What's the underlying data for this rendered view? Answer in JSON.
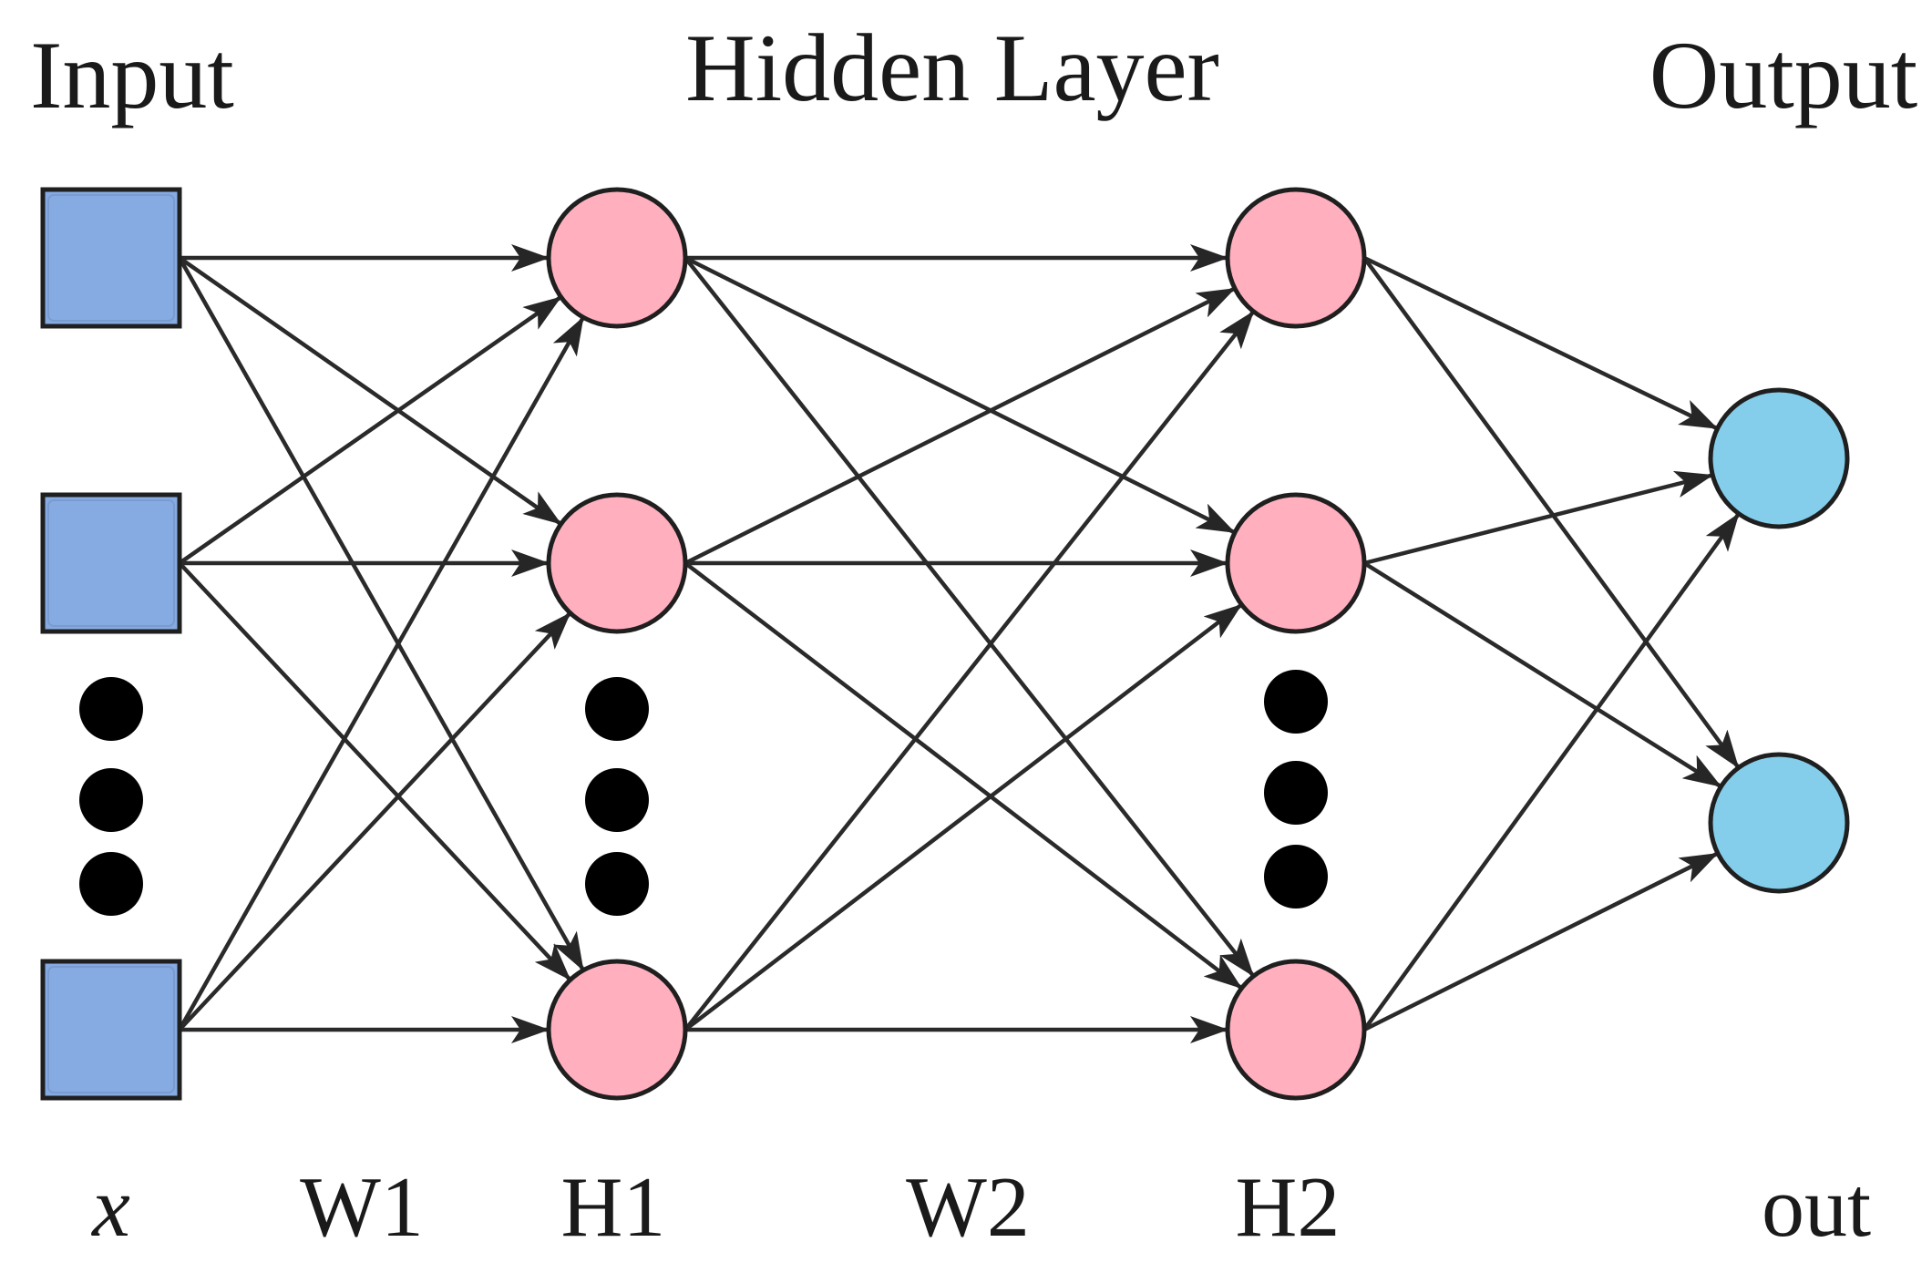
{
  "titles": {
    "input": "Input",
    "hidden": "Hidden Layer",
    "output": "Output"
  },
  "bottom_labels": {
    "x": "x",
    "w1": "W1",
    "h1": "H1",
    "w2": "W2",
    "h2": "H2",
    "out": "out"
  },
  "colors": {
    "input_node": "#86ABE3",
    "hidden_node": "#FFAFBD",
    "output_node": "#84CEEB",
    "stroke": "#1f1f1f",
    "ellipsis": "#000000"
  },
  "layers": [
    {
      "id": "input",
      "shape": "square",
      "node_count": 3
    },
    {
      "id": "h1",
      "shape": "circle",
      "node_count": 3
    },
    {
      "id": "h2",
      "shape": "circle",
      "node_count": 3
    },
    {
      "id": "output",
      "shape": "circle",
      "node_count": 2
    }
  ],
  "connections": "fully-connected"
}
